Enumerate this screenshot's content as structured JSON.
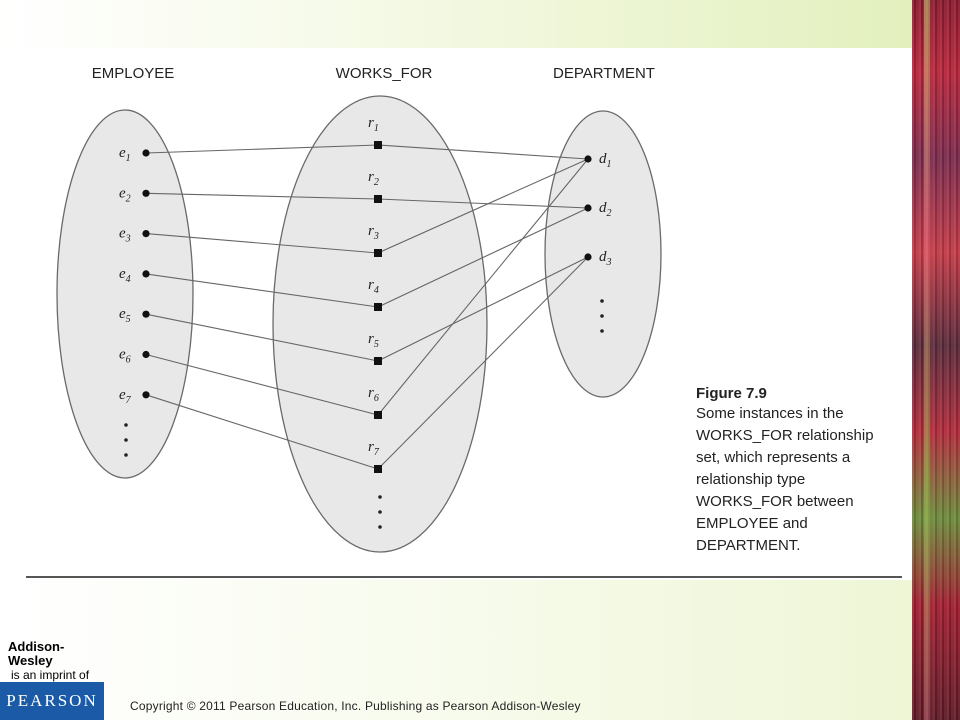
{
  "columns": {
    "employee": "EMPLOYEE",
    "works_for": "WORKS_FOR",
    "department": "DEPARTMENT"
  },
  "employees": [
    {
      "base": "e",
      "sub": "1"
    },
    {
      "base": "e",
      "sub": "2"
    },
    {
      "base": "e",
      "sub": "3"
    },
    {
      "base": "e",
      "sub": "4"
    },
    {
      "base": "e",
      "sub": "5"
    },
    {
      "base": "e",
      "sub": "6"
    },
    {
      "base": "e",
      "sub": "7"
    }
  ],
  "relationships": [
    {
      "base": "r",
      "sub": "1"
    },
    {
      "base": "r",
      "sub": "2"
    },
    {
      "base": "r",
      "sub": "3"
    },
    {
      "base": "r",
      "sub": "4"
    },
    {
      "base": "r",
      "sub": "5"
    },
    {
      "base": "r",
      "sub": "6"
    },
    {
      "base": "r",
      "sub": "7"
    }
  ],
  "departments": [
    {
      "base": "d",
      "sub": "1"
    },
    {
      "base": "d",
      "sub": "2"
    },
    {
      "base": "d",
      "sub": "3"
    }
  ],
  "links": [
    {
      "employee": 0,
      "relationship": 0,
      "department": 0
    },
    {
      "employee": 1,
      "relationship": 1,
      "department": 1
    },
    {
      "employee": 2,
      "relationship": 2,
      "department": 0
    },
    {
      "employee": 3,
      "relationship": 3,
      "department": 1
    },
    {
      "employee": 4,
      "relationship": 4,
      "department": 2
    },
    {
      "employee": 5,
      "relationship": 5,
      "department": 0
    },
    {
      "employee": 6,
      "relationship": 6,
      "department": 2
    }
  ],
  "caption": {
    "title": "Figure 7.9",
    "lines": [
      "Some instances in the",
      "WORKS_FOR relationship",
      "set, which represents a",
      "relationship type",
      "WORKS_FOR between",
      "EMPLOYEE and",
      "DEPARTMENT."
    ]
  },
  "logo": {
    "publisher": "Addison-Wesley",
    "imprint": "is an imprint of",
    "parent": "PEARSON"
  },
  "footer": {
    "copyright": "Copyright © 2011 Pearson Education, Inc. Publishing as Pearson Addison-Wesley"
  }
}
